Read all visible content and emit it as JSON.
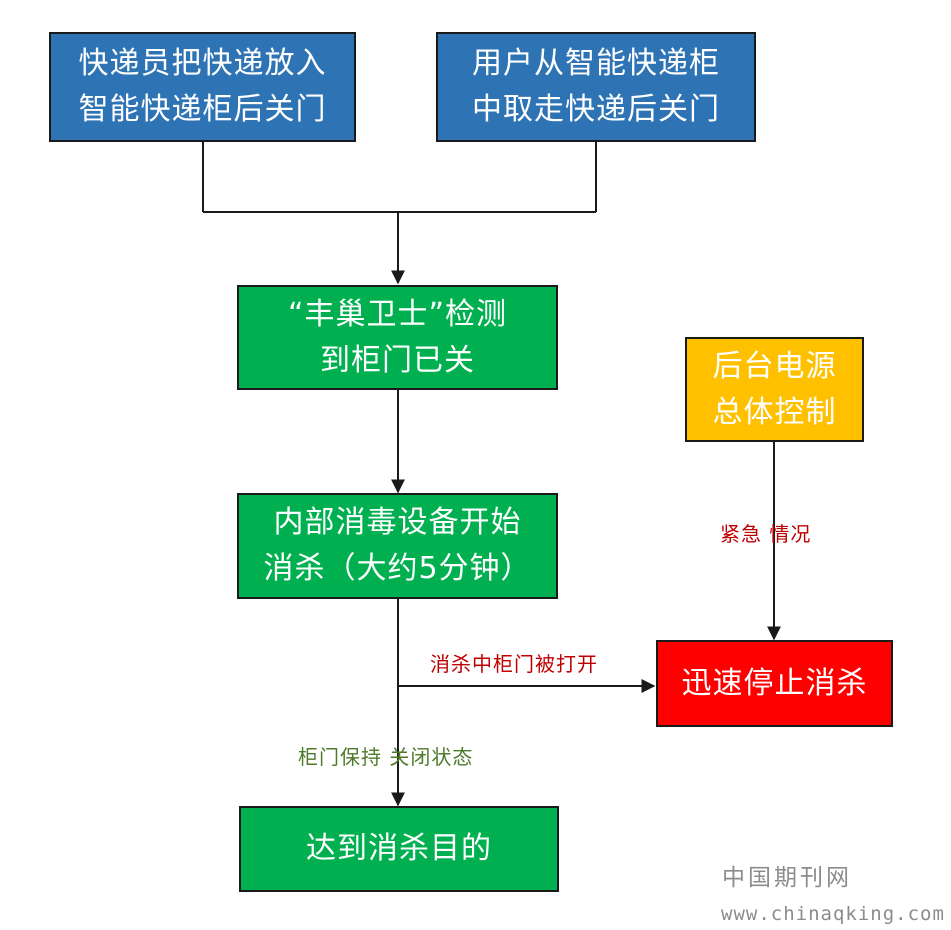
{
  "diagram": {
    "nodes": {
      "courier_close": {
        "line1": "快递员把快递放入",
        "line2": "智能快递柜后关门"
      },
      "user_close": {
        "line1": "用户从智能快递柜",
        "line2": "中取走快递后关门"
      },
      "detect": {
        "line1": "“丰巢卫士”检测",
        "line2": "到柜门已关"
      },
      "disinfect": {
        "line1": "内部消毒设备开始",
        "line2": "消杀（大约5分钟）"
      },
      "achieve": {
        "line1": "达到消杀目的"
      },
      "backend": {
        "line1": "后台电源",
        "line2": "总体控制"
      },
      "stop": {
        "line1": "迅速停止消杀"
      }
    },
    "edge_labels": {
      "door_opened": "消杀中柜门被打开",
      "door_closed": "柜门保持 关闭状态",
      "emergency": "紧急 情况"
    },
    "colors": {
      "blue": "#2e74b5",
      "green": "#00b050",
      "orange": "#ffc000",
      "red": "#ff0000",
      "label_red": "#c00000",
      "label_green": "#4e7a2a",
      "line": "#1a1a1a"
    }
  },
  "watermark": {
    "cn": "中国期刊网",
    "url": "www.chinaqking.com"
  }
}
